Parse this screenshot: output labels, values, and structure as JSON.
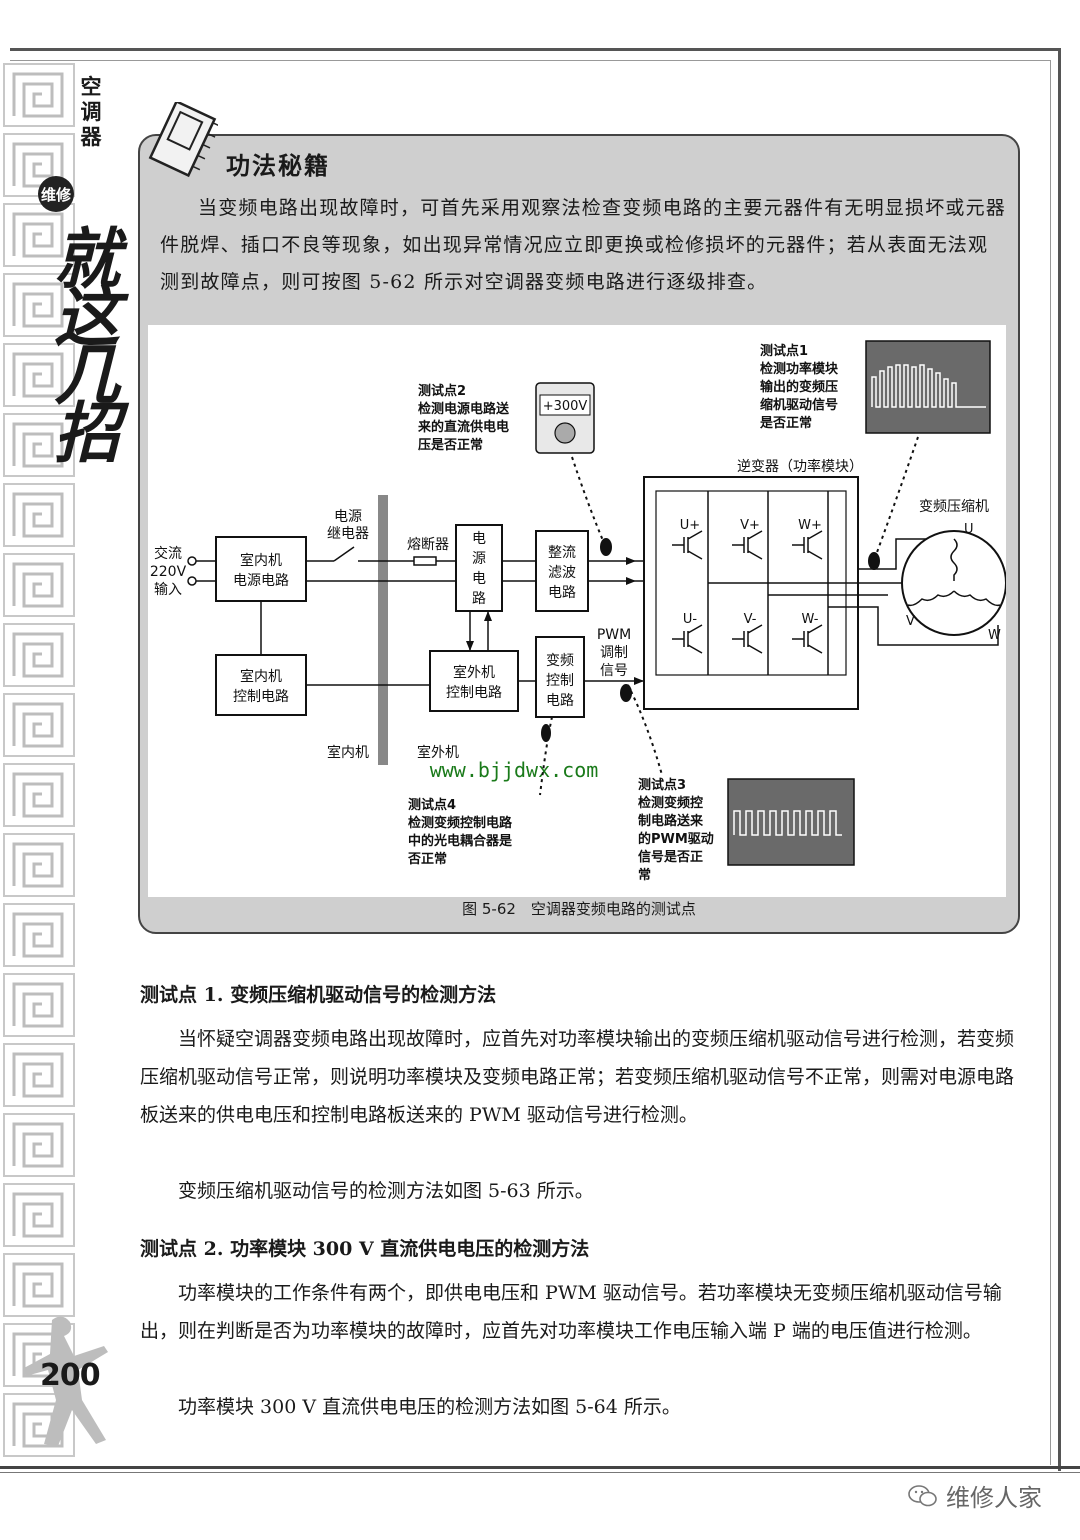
{
  "running_head": "空调器",
  "badge": "维修",
  "brush_title": "就这几招",
  "tip": {
    "title": "功法秘籍",
    "text": "当变频电路出现故障时，可首先采用观察法检查变频电路的主要元器件有无明显损坏或元器件脱焊、插口不良等现象，如出现异常情况应立即更换或检修损坏的元器件；若从表面无法观测到故障点，则可按图 5-62 所示对空调器变频电路进行逐级排查。"
  },
  "figure": {
    "caption": "图 5-62　空调器变频电路的测试点",
    "labels": {
      "ac_input": [
        "交流",
        "220V",
        "输入"
      ],
      "indoor_power": [
        "室内机",
        "电源电路"
      ],
      "indoor_control": [
        "室内机",
        "控制电路"
      ],
      "relay": [
        "电源",
        "继电器"
      ],
      "fuse": "熔断器",
      "outdoor_power": [
        "电",
        "源",
        "电",
        "路"
      ],
      "rectifier": [
        "整流",
        "滤波",
        "电路"
      ],
      "outdoor_control": [
        "室外机",
        "控制电路"
      ],
      "inverter_control": [
        "变频",
        "控制",
        "电路"
      ],
      "pwm": [
        "PWM",
        "调制",
        "信号"
      ],
      "inverter": "逆变器（功率模块）",
      "compressor": "变频压缩机",
      "indoor_unit": "室内机",
      "outdoor_unit": "室外机",
      "transistors": [
        "U+",
        "V+",
        "W+",
        "U-",
        "V-",
        "W-"
      ],
      "phases": [
        "U",
        "V",
        "W"
      ],
      "meter_reading": "+300V",
      "url": "www.bjjdwx.com",
      "tp1": [
        "测试点1",
        "检测功率模块",
        "输出的变频压",
        "缩机驱动信号",
        "是否正常"
      ],
      "tp2": [
        "测试点2",
        "检测电源电路送",
        "来的直流供电电",
        "压是否正常"
      ],
      "tp3": [
        "测试点3",
        "检测变频控",
        "制电路送来",
        "的PWM驱动",
        "信号是否正",
        "常"
      ],
      "tp4": [
        "测试点4",
        "检测变频控制电路",
        "中的光电耦合器是",
        "否正常"
      ]
    }
  },
  "section1": {
    "heading": "测试点 1.  变频压缩机驱动信号的检测方法",
    "para1": "当怀疑空调器变频电路出现故障时，应首先对功率模块输出的变频压缩机驱动信号进行检测，若变频压缩机驱动信号正常，则说明功率模块及变频电路正常；若变频压缩机驱动信号不正常，则需对电源电路板送来的供电电压和控制电路板送来的 PWM 驱动信号进行检测。",
    "para2": "变频压缩机驱动信号的检测方法如图 5-63 所示。"
  },
  "section2": {
    "heading": "测试点 2.  功率模块 300 V 直流供电电压的检测方法",
    "para1": "功率模块的工作条件有两个，即供电电压和 PWM 驱动信号。若功率模块无变频压缩机驱动信号输出，则在判断是否为功率模块的故障时，应首先对功率模块工作电压输入端 P 端的电压值进行检测。",
    "para2": "功率模块 300 V 直流供电电压的检测方法如图 5-64 所示。"
  },
  "page_number": "200",
  "watermark": "维修人家",
  "colors": {
    "tip_bg": "#cfcfcf",
    "ink": "#1a1a1a",
    "border": "#444444"
  }
}
